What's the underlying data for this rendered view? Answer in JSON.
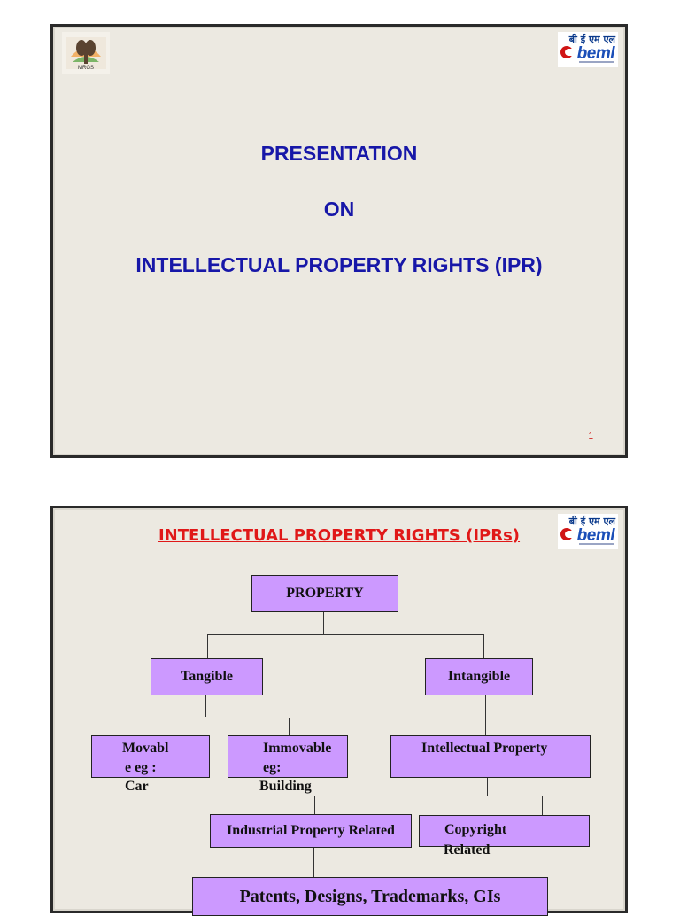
{
  "slide1": {
    "logo_left_caption": "MRGS",
    "logo_right_hindi": "बी ई एम एल",
    "logo_right_word": "beml",
    "line1": "PRESENTATION",
    "line2": "ON",
    "line3": "INTELLECTUAL PROPERTY RIGHTS (IPR)",
    "page_number": "1"
  },
  "slide2": {
    "heading": "INTELLECTUAL PROPERTY RIGHTS (IPRs)",
    "logo_right_hindi": "बी ई एम एल",
    "logo_right_word": "beml",
    "boxes": {
      "property": "PROPERTY",
      "tangible": "Tangible",
      "intangible": "Intangible",
      "movable_line1": "Movabl",
      "movable_line2": "e eg :",
      "movable_line3": "Car",
      "immovable_line1": "Immovable",
      "immovable_line2": "eg:",
      "immovable_line3": "Building",
      "intellectual": "Intellectual Property",
      "industrial": "Industrial Property Related",
      "copyright_line1": "Copyright",
      "copyright_line2": "Related",
      "patents": "Patents, Designs, Trademarks, GIs"
    }
  }
}
